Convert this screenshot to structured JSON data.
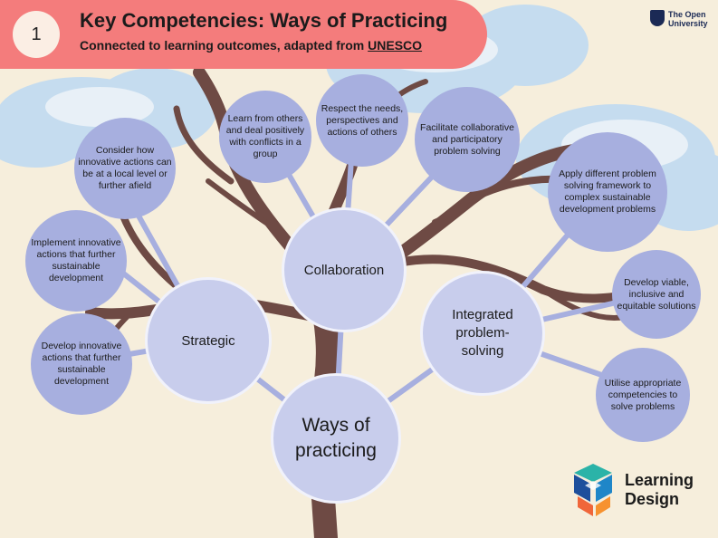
{
  "header": {
    "number": "1",
    "title": "Key Competencies: Ways of Practicing",
    "subtitle_prefix": "Connected to learning outcomes, adapted from ",
    "subtitle_link": "UNESCO"
  },
  "logos": {
    "open_university": "The Open University",
    "learning_design_line1": "Learning",
    "learning_design_line2": "Design"
  },
  "root": {
    "line1": "Ways of",
    "line2": "practicing"
  },
  "branches": {
    "strategic": "Strategic",
    "collaboration": "Collaboration",
    "integrated": {
      "line1": "Integrated",
      "line2": "problem-",
      "line3": "solving"
    }
  },
  "leaves": {
    "consider": "Consider how innovative actions can be at a local level or further afield",
    "implement": "Implement innovative actions that further sustainable development",
    "develop_innovative": "Develop innovative actions that further sustainable development",
    "learn": "Learn from others and deal positively with conflicts in a group",
    "respect": "Respect the needs, perspectives and actions of others",
    "facilitate": "Facilitate collaborative and participatory problem solving",
    "apply": "Apply different problem solving framework to complex sustainable development problems",
    "develop_viable": "Develop viable, inclusive and equitable solutions",
    "utilise": "Utilise appropriate competencies to solve problems"
  },
  "colors": {
    "banner": "#f47c7c",
    "background": "#f6eedc",
    "node_fill": "#c8cdec",
    "leaf_fill": "#a7afdf",
    "trunk": "#6e4a44",
    "cloud": "#c5dcef"
  },
  "icons": [
    "open-university-shield-icon",
    "learning-design-cube-icon",
    "cloud-icon",
    "tree-icon"
  ]
}
